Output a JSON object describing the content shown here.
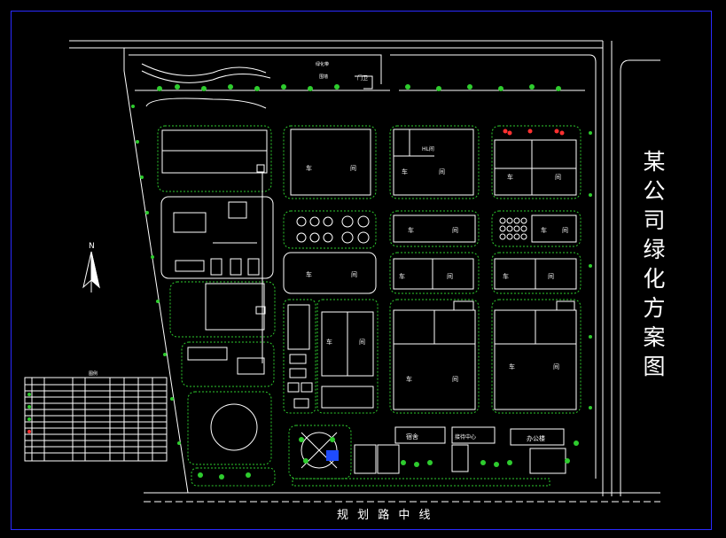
{
  "title": {
    "chars": [
      "某",
      "公",
      "司",
      "绿",
      "化",
      "方",
      "案",
      "图"
    ],
    "color": "#ffffff"
  },
  "road_label": "规 划 路 中 线",
  "north_label": "N",
  "top_labels": {
    "gate": "门卫",
    "small_a": "绿化带",
    "small_b": "围墙"
  },
  "building_labels": {
    "workshop_a": "车",
    "workshop_b": "间",
    "hall": "HL间",
    "dormitory": "宿舍",
    "center": "接待中心",
    "office": "办公楼"
  },
  "legend": {
    "title": "图例",
    "rows": 12
  },
  "colors": {
    "background": "#000000",
    "frame": "#2a2aff",
    "lines": "#ffffff",
    "green": "#2ecc2e",
    "accent_red": "#ff3030",
    "accent_blue": "#1e4bff"
  }
}
